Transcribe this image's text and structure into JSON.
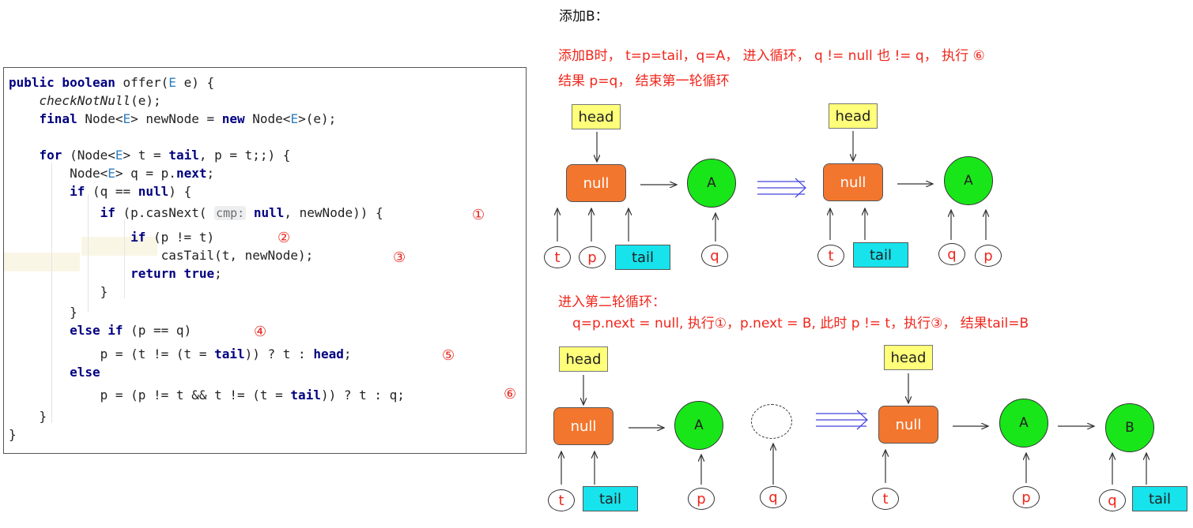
{
  "title": "添加B：",
  "code": {
    "lines": [
      [
        {
          "t": "public boolean",
          "c": "kw"
        },
        {
          "t": " offer("
        },
        {
          "t": "E",
          "c": "tp"
        },
        {
          "t": " e) {"
        }
      ],
      [
        {
          "t": "    "
        },
        {
          "t": "checkNotNull",
          "c": "it"
        },
        {
          "t": "(e);"
        }
      ],
      [
        {
          "t": "    "
        },
        {
          "t": "final",
          "c": "kw"
        },
        {
          "t": " Node<"
        },
        {
          "t": "E",
          "c": "tp"
        },
        {
          "t": "> newNode = "
        },
        {
          "t": "new",
          "c": "kw"
        },
        {
          "t": " Node<"
        },
        {
          "t": "E",
          "c": "tp"
        },
        {
          "t": ">(e);"
        }
      ],
      [
        {
          "t": "    "
        },
        {
          "t": "for",
          "c": "kw"
        },
        {
          "t": " (Node<"
        },
        {
          "t": "E",
          "c": "tp"
        },
        {
          "t": "> t = "
        },
        {
          "t": "tail",
          "c": "kw"
        },
        {
          "t": ", p = t;;) {"
        }
      ],
      [
        {
          "t": "        Node<"
        },
        {
          "t": "E",
          "c": "tp"
        },
        {
          "t": "> q = p."
        },
        {
          "t": "next",
          "c": "kw"
        },
        {
          "t": ";"
        }
      ],
      [
        {
          "t": "        "
        },
        {
          "t": "if",
          "c": "kw"
        },
        {
          "t": " (q == "
        },
        {
          "t": "null",
          "c": "kw"
        },
        {
          "t": ") {"
        }
      ],
      [
        {
          "t": "            "
        },
        {
          "t": "if",
          "c": "kw"
        },
        {
          "t": " (p.casNext( "
        },
        {
          "t": "cmp:",
          "c": "hint"
        },
        {
          "t": " "
        },
        {
          "t": "null",
          "c": "kw"
        },
        {
          "t": ", newNode)) {"
        }
      ],
      [
        {
          "t": "                "
        },
        {
          "t": "if",
          "c": "kw"
        },
        {
          "t": " (p != t)"
        }
      ],
      [
        {
          "t": "                    casTail(t, newNode);"
        }
      ],
      [
        {
          "t": "                "
        },
        {
          "t": "return true",
          "c": "kw"
        },
        {
          "t": ";"
        }
      ],
      [
        {
          "t": "            }"
        }
      ],
      [
        {
          "t": "        }"
        }
      ],
      [
        {
          "t": "        "
        },
        {
          "t": "else if",
          "c": "kw"
        },
        {
          "t": " (p == q)"
        }
      ],
      [
        {
          "t": "            p = (t != (t = "
        },
        {
          "t": "tail",
          "c": "kw"
        },
        {
          "t": ")) ? t : "
        },
        {
          "t": "head",
          "c": "kw"
        },
        {
          "t": ";"
        }
      ],
      [
        {
          "t": "        "
        },
        {
          "t": "else",
          "c": "kw"
        }
      ],
      [
        {
          "t": "            p = (p != t && t != (t = "
        },
        {
          "t": "tail",
          "c": "kw"
        },
        {
          "t": ")) ? t : q;"
        }
      ],
      [
        {
          "t": "    }"
        }
      ],
      [
        {
          "t": "}"
        }
      ]
    ],
    "markers": [
      "①",
      "②",
      "③",
      "④",
      "⑤",
      "⑥"
    ]
  },
  "section1": {
    "line1": "添加B时， t=p=tail，q=A， 进入循环， q != null 也 != q， 执行 ⑥",
    "line2": "结果 p=q， 结束第一轮循环"
  },
  "section2": {
    "heading": "进入第二轮循环：",
    "line1": "q=p.next = null, 执行①，p.next = B, 此时 p != t，执行③， 结果tail=B"
  },
  "labels": {
    "head": "head",
    "null": "null",
    "tail": "tail",
    "node_a": "A",
    "node_b": "B",
    "var_t": "t",
    "var_p": "p",
    "var_q": "q"
  },
  "colors": {
    "red_text": "#f0261b",
    "head_box": "#ffff7a",
    "null_box": "#f2762e",
    "node": "#19e619",
    "tail_box": "#17e3ec",
    "double_arrow": "#4444dd"
  }
}
